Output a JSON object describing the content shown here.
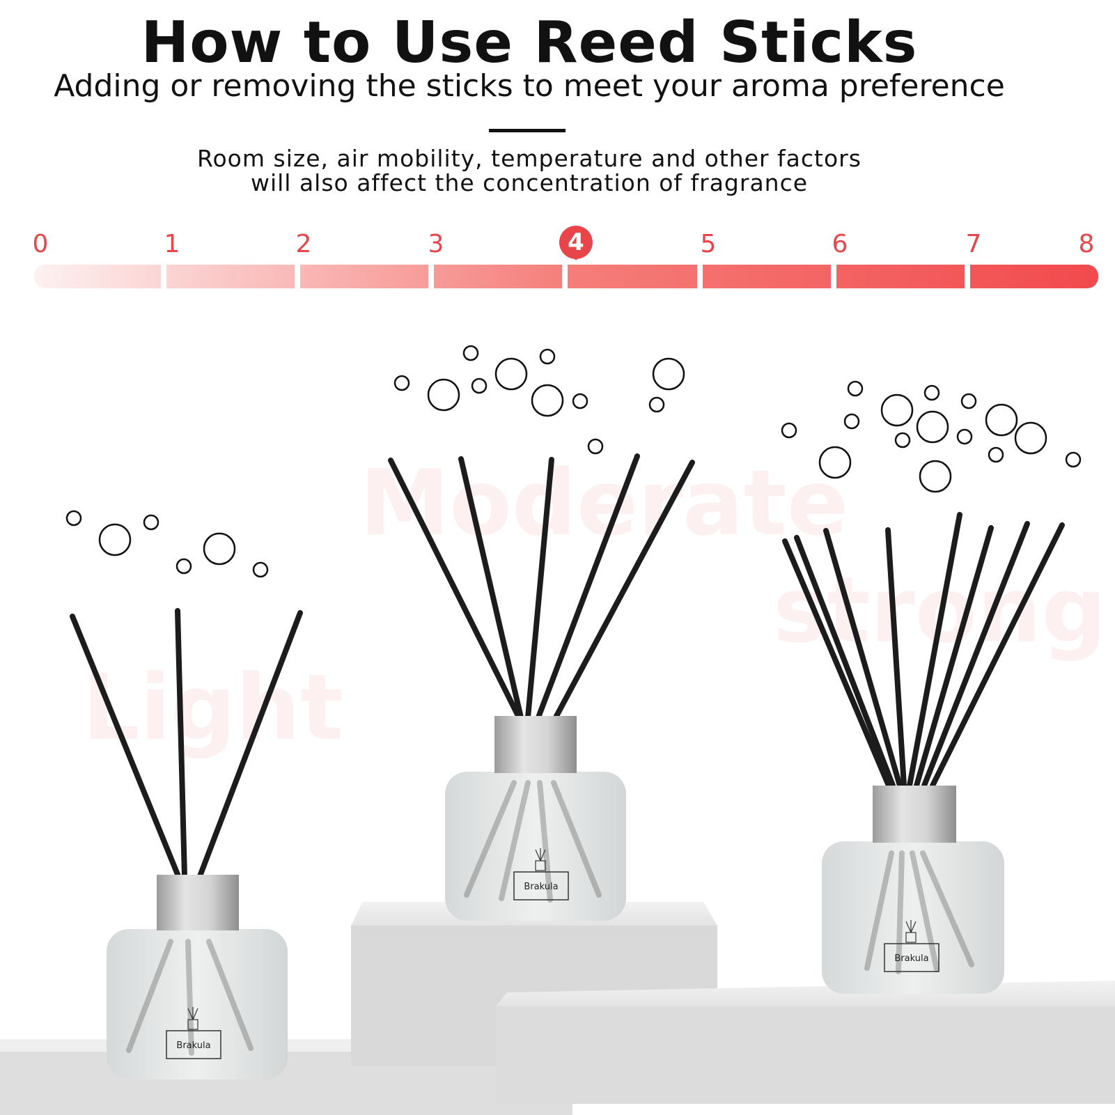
{
  "header": {
    "title": "How to Use Reed Sticks",
    "subtitle": "Adding or removing the sticks to meet your aroma preference",
    "note_line1": "Room size, air mobility, temperature and other factors",
    "note_line2": "will also affect the concentration of fragrance"
  },
  "scale": {
    "labels": [
      "0",
      "1",
      "2",
      "3",
      "4",
      "5",
      "6",
      "7",
      "8"
    ],
    "selected": "4",
    "start_color": "#fdeeee",
    "end_color": "#f24b4e",
    "text_color": "#e8454a"
  },
  "diffusers": [
    {
      "strength": "Light",
      "brand": "Brakula",
      "stick_count": 3
    },
    {
      "strength": "Moderate",
      "brand": "Brakula",
      "stick_count": 5
    },
    {
      "strength": "strong",
      "brand": "Brakula",
      "stick_count": 8
    }
  ],
  "colors": {
    "text": "#111111",
    "stick": "#1c1c1c",
    "cap": "#c9c9c9",
    "bottle": "#e6e8e8",
    "podium": "#e0e0e0"
  }
}
